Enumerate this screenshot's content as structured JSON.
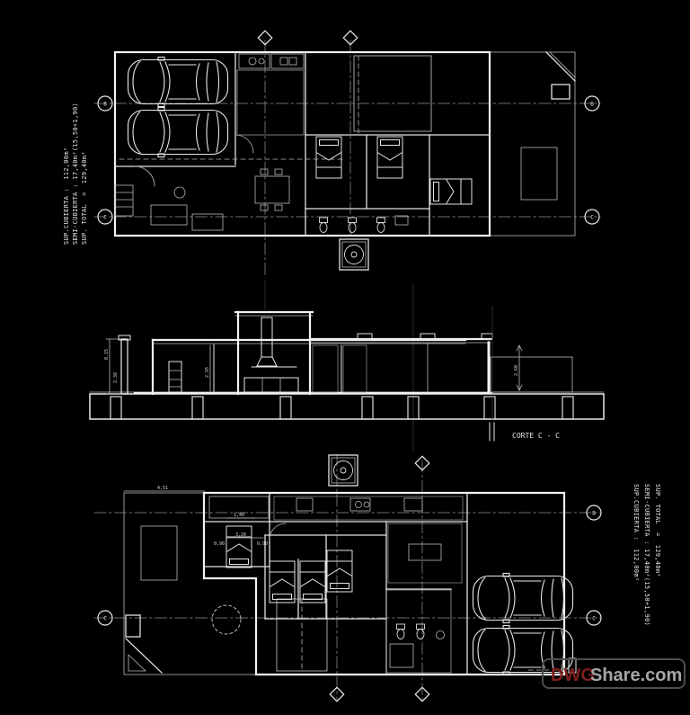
{
  "annotations": {
    "left": {
      "line1": "SUP.CUBIERTA :  112,00m²",
      "line2": "SEMI-CUBIERTA : 17,40m²(15,50+1,90)",
      "line3": "SUP. TOTAL  =  129,40m²"
    },
    "right": {
      "line1": "SUP.CUBIERTA :  112,00m²",
      "line2": "SEMI-CUBIERTA : 17,40m²(15,50+1,90)",
      "line3": "SUP. TOTAL  =  129,40m²"
    }
  },
  "section": {
    "title": "CORTE C - C",
    "dims": {
      "parapet": "0.15",
      "left_height": "2.38",
      "room_height": "2.95",
      "right_height": "2.60"
    }
  },
  "plan_bottom": {
    "dims": {
      "frontage": "4,51",
      "closet_width": "1,40",
      "room_width": "3,20",
      "pass_left": "0,90",
      "pass_right": "0,90"
    }
  },
  "grid": {
    "row_b": "B",
    "row_c": "C"
  },
  "watermark": {
    "prefix": "DWG",
    "suffix": "Share.com"
  },
  "colors": {
    "background": "#000000",
    "line": "#e8e8e8",
    "centerline": "#8f8f8f",
    "watermark_red": "#7e1d1d",
    "watermark_gray": "#a6a6a6"
  }
}
